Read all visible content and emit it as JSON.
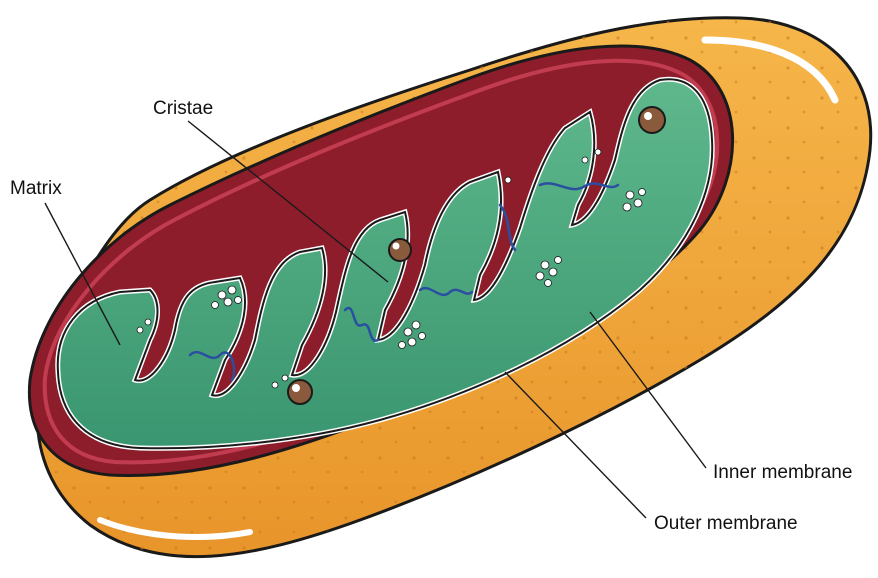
{
  "labels": {
    "cristae": "Cristae",
    "matrix": "Matrix",
    "inner_membrane": "Inner membrane",
    "outer_membrane": "Outer membrane"
  },
  "colors": {
    "outer_membrane": "#f0a53a",
    "outer_shade": "#e08a1e",
    "intermembrane": "#8e1d2c",
    "inner_membrane": "#b23445",
    "matrix": "#3f9e76",
    "matrix_light": "#6cc19a",
    "outline": "#1a1a1a",
    "dna": "#2a4fa0"
  },
  "icons": [
    "mitochondrion-illustration"
  ]
}
